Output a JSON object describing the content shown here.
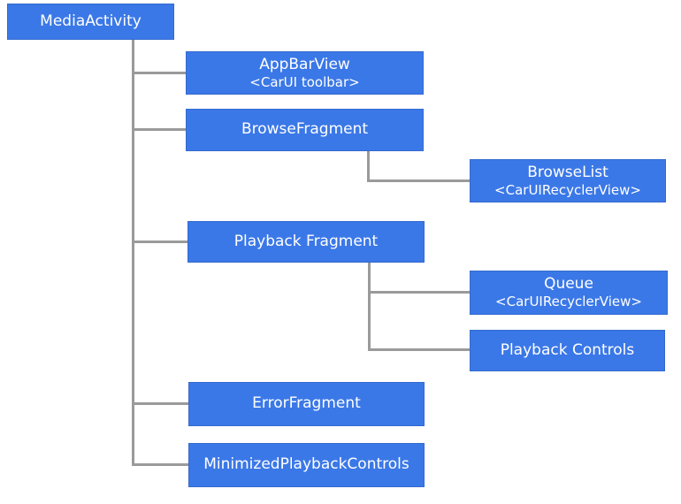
{
  "colors": {
    "background": "#ffffff",
    "node_fill": "#3b78e7",
    "node_border": "#346ace",
    "node_text": "#ffffff",
    "connector": "#9a9a9a"
  },
  "diagram": {
    "nodes": {
      "media_activity": {
        "label": "MediaActivity"
      },
      "app_bar_view": {
        "label": "AppBarView",
        "sublabel": "<CarUI toolbar>"
      },
      "browse_fragment": {
        "label": "BrowseFragment"
      },
      "browse_list": {
        "label": "BrowseList",
        "sublabel": "<CarUIRecyclerView>"
      },
      "playback_fragment": {
        "label": "Playback Fragment"
      },
      "queue": {
        "label": "Queue",
        "sublabel": "<CarUIRecyclerView>"
      },
      "playback_controls": {
        "label": "Playback Controls"
      },
      "error_fragment": {
        "label": "ErrorFragment"
      },
      "minimized_playback_controls": {
        "label": "MinimizedPlaybackControls"
      }
    }
  }
}
